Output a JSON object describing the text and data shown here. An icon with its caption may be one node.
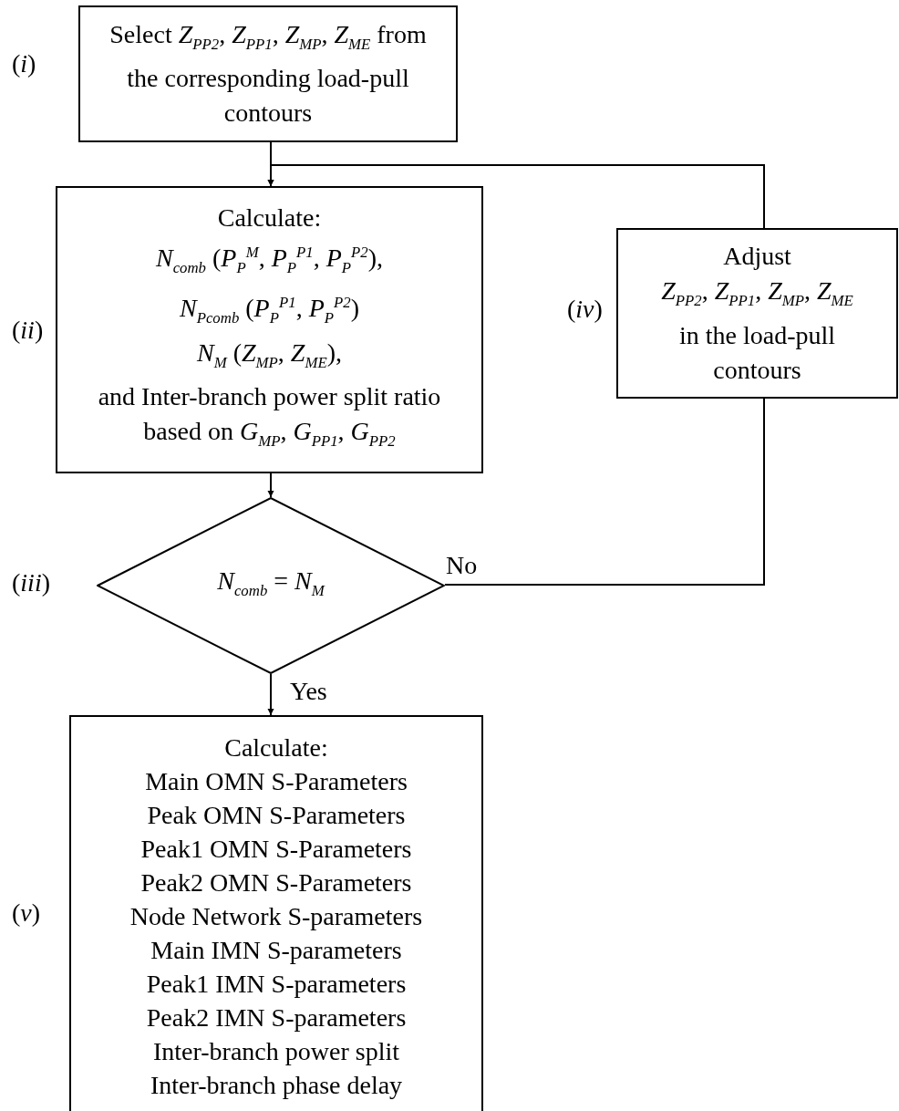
{
  "diagram": {
    "nodes": [
      {
        "text": [
          "Select *Z*$_{PP2}$, *Z*$_{PP1}$, *Z*$_{MP}$, *Z*$_{ME}$ from the corresponding load-pull contours"
        ],
        "beside": [
          "(*i*)"
        ]
      },
      {
        "text": [
          "Calculate:",
          "*N*$_{comb}$ (*P*$_{P}$$^{M}$, *P*$_{P}$$^{P1}$, *P*$_{P}$$^{P2}$),",
          "*N*$_{Pcomb}$ (*P*$_{P}$$^{P1}$, *P*$_{P}$$^{P2}$)",
          "*N*$_{M}$ (*Z*$_{MP}$, *Z*$_{ME}$),",
          "and Inter-branch power split ratio based on *G*$_{MP}$, *G*$_{PP1}$, *G*$_{PP2}$"
        ],
        "beside": [
          "(*ii*)"
        ]
      },
      {
        "text": [
          "*N*$_{comb}$ = *N*$_{M}$"
        ],
        "beside": [
          "(*iii*)"
        ]
      },
      {
        "text": [
          "Adjust",
          "*Z*$_{PP2}$, *Z*$_{PP1}$, *Z*$_{MP}$, *Z*$_{ME}$",
          "in the load-pull contours"
        ],
        "beside": [
          "(*iv*)"
        ]
      },
      {
        "text": [
          "Calculate:",
          "Main OMN S-Parameters",
          "Peak OMN S-Parameters",
          "Peak1 OMN S-Parameters",
          "Peak2 OMN S-Parameters",
          "Node Network S-parameters",
          "Main IMN S-parameters",
          "Peak1 IMN S-parameters",
          "Peak2 IMN S-parameters",
          "Inter-branch power split",
          "Inter-branch phase delay"
        ],
        "beside": [
          "(*v*)"
        ]
      }
    ],
    "edges": [
      {
        "from": 0,
        "to": 1,
        "arrow": "to"
      },
      {
        "from": 1,
        "to": 2,
        "arrow": "to"
      },
      {
        "from": 2,
        "to": 3,
        "arrow": "none",
        "label": "No"
      },
      {
        "from": 3,
        "to": 1,
        "arrow": "to"
      },
      {
        "from": 2,
        "to": 4,
        "arrow": "to",
        "label": "Yes"
      }
    ]
  }
}
